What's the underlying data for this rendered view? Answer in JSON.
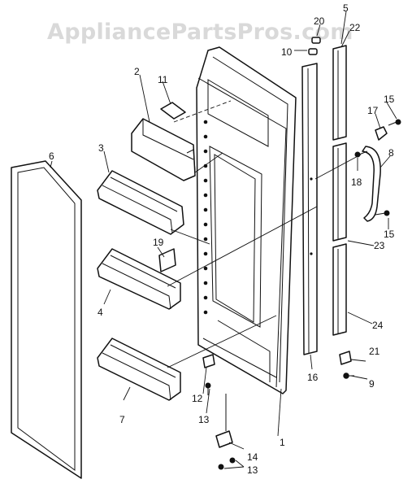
{
  "watermark": "AppliancePartsPros.com",
  "callouts": {
    "c1": "1",
    "c2": "2",
    "c3": "3",
    "c4": "4",
    "c5": "5",
    "c6": "6",
    "c7": "7",
    "c8": "8",
    "c9": "9",
    "c10": "10",
    "c11": "11",
    "c12": "12",
    "c13a": "13",
    "c13b": "13",
    "c14": "14",
    "c15a": "15",
    "c15b": "15",
    "c16": "16",
    "c17": "17",
    "c18": "18",
    "c19": "19",
    "c20": "20",
    "c21": "21",
    "c22": "22",
    "c23": "23",
    "c24": "24"
  }
}
